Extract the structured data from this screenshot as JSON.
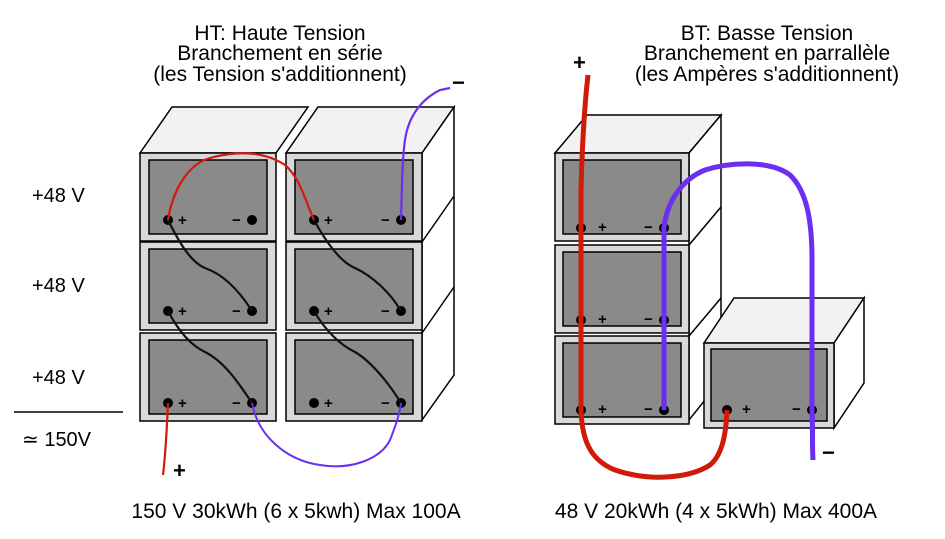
{
  "left": {
    "title_lines": [
      "HT: Haute Tension",
      "Branchement en série",
      "(les Tension s'additionnent)"
    ],
    "voltage_labels": [
      "+48 V",
      "+48 V",
      "+48 V"
    ],
    "total_label": "≃ 150V",
    "caption": "150 V 30kWh (6 x 5kwh) Max 100A",
    "positive_symbol": "+",
    "negative_symbol": "−",
    "battery_count": 6
  },
  "right": {
    "title_lines": [
      "BT: Basse Tension",
      "Branchement en parrallèle",
      "(les Ampères s'additionnent)"
    ],
    "caption": "48 V 20kWh (4 x 5kWh) Max 400A",
    "positive_symbol": "+",
    "negative_symbol": "−",
    "battery_count": 4
  },
  "terminal_plus": "+",
  "terminal_minus": "−",
  "colors": {
    "positive_wire": "#d11a0a",
    "negative_wire": "#6a2ff0",
    "jumper_wire": "#111111",
    "battery_face": "#8a8a8a",
    "battery_frame": "#d9d9d9",
    "battery_top": "#f2f2f2"
  }
}
